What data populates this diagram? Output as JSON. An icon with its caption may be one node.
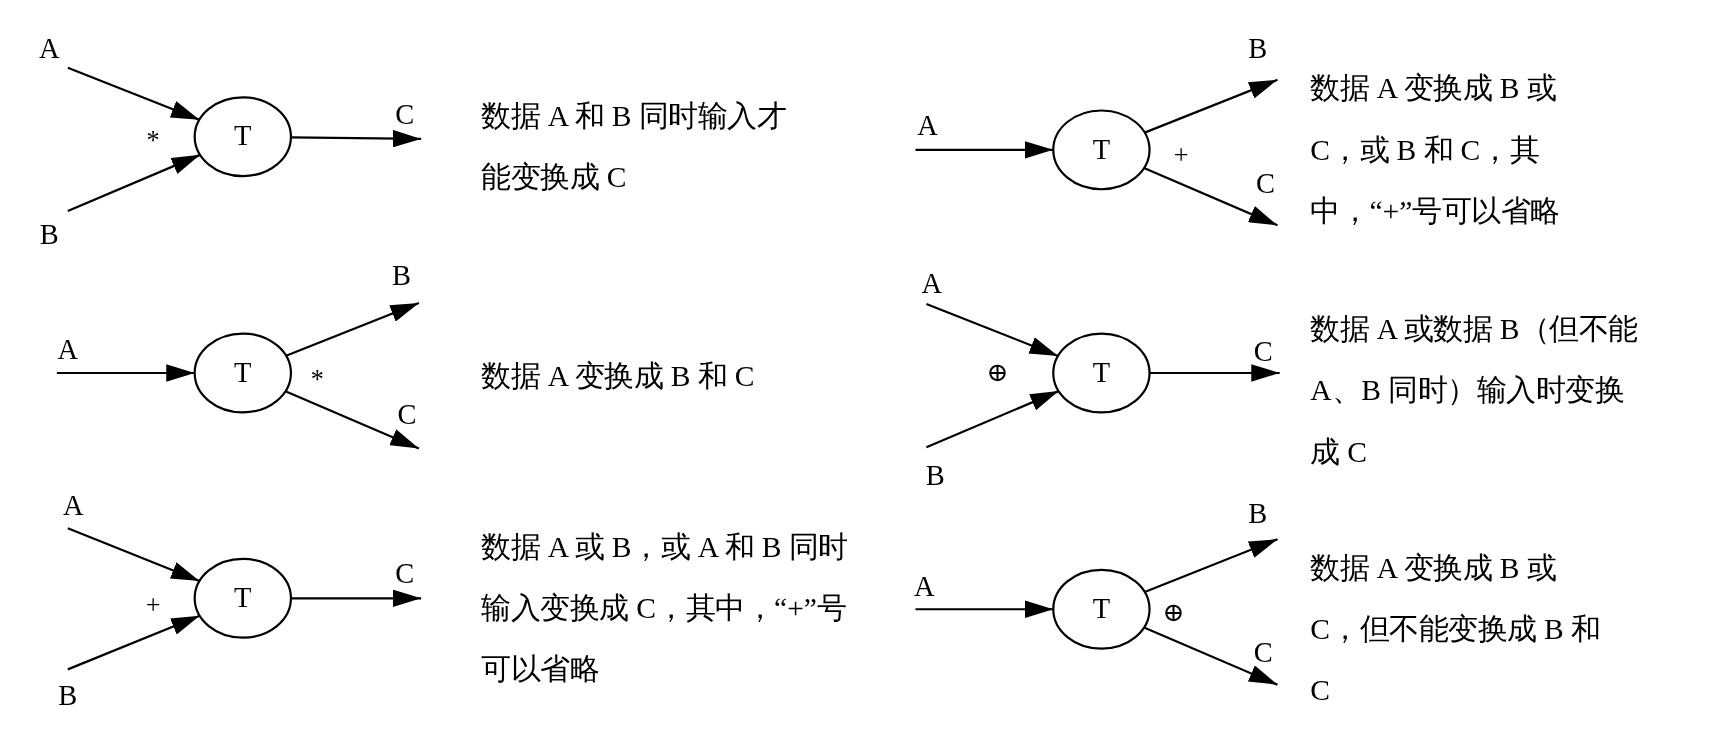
{
  "diagram": {
    "nodes": [
      {
        "text": [
          "A"
        ]
      },
      {
        "text": [
          "B"
        ]
      },
      {
        "text": [
          "T"
        ]
      },
      {
        "text": [
          "C"
        ]
      },
      {
        "text": [
          "A"
        ]
      },
      {
        "text": [
          "B"
        ]
      },
      {
        "text": [
          "T"
        ]
      },
      {
        "text": [
          "C"
        ]
      },
      {
        "text": [
          "A"
        ]
      },
      {
        "text": [
          "B"
        ]
      },
      {
        "text": [
          "T"
        ]
      },
      {
        "text": [
          "C"
        ]
      },
      {
        "text": [
          "A"
        ]
      },
      {
        "text": [
          "B"
        ]
      },
      {
        "text": [
          "T"
        ]
      },
      {
        "text": [
          "C"
        ]
      },
      {
        "text": [
          "A"
        ]
      },
      {
        "text": [
          "B"
        ]
      },
      {
        "text": [
          "T"
        ]
      },
      {
        "text": [
          "C"
        ]
      },
      {
        "text": [
          "A"
        ]
      },
      {
        "text": [
          "B"
        ]
      },
      {
        "text": [
          "T"
        ]
      },
      {
        "text": [
          "C"
        ]
      }
    ],
    "edges": [
      {
        "from": 0,
        "to": 2,
        "arrow": "to"
      },
      {
        "from": 1,
        "to": 2,
        "arrow": "to"
      },
      {
        "from": 2,
        "to": 3,
        "arrow": "to"
      },
      {
        "from": 4,
        "to": 6,
        "arrow": "to"
      },
      {
        "from": 6,
        "to": 5,
        "arrow": "to"
      },
      {
        "from": 6,
        "to": 7,
        "arrow": "to"
      },
      {
        "from": 8,
        "to": 10,
        "arrow": "to"
      },
      {
        "from": 10,
        "to": 9,
        "arrow": "to"
      },
      {
        "from": 10,
        "to": 11,
        "arrow": "to"
      },
      {
        "from": 12,
        "to": 14,
        "arrow": "to"
      },
      {
        "from": 13,
        "to": 14,
        "arrow": "to"
      },
      {
        "from": 14,
        "to": 15,
        "arrow": "to"
      },
      {
        "from": 16,
        "to": 18,
        "arrow": "to"
      },
      {
        "from": 17,
        "to": 18,
        "arrow": "to"
      },
      {
        "from": 18,
        "to": 19,
        "arrow": "to"
      },
      {
        "from": 20,
        "to": 22,
        "arrow": "to"
      },
      {
        "from": 22,
        "to": 21,
        "arrow": "to"
      },
      {
        "from": 22,
        "to": 23,
        "arrow": "to"
      }
    ],
    "labels": [
      "*",
      "数据 A 和 B 同时输入才能变换成 C",
      "+",
      "数据 A 变换成 B 或 C，或 B 和 C，其中，“+”号可以省略",
      "*",
      "数据 A 变换成 B 和 C",
      "⊕",
      "数据 A 或数据 B（但不能 A、B 同时）输入时变换成 C",
      "+",
      "数据 A 或 B，或 A 和 B 同时输入变换成 C，其中，“+”号可以省略",
      "⊕",
      "数据 A 变换成 B 或 C，但不能变换成 B 和 C"
    ]
  }
}
